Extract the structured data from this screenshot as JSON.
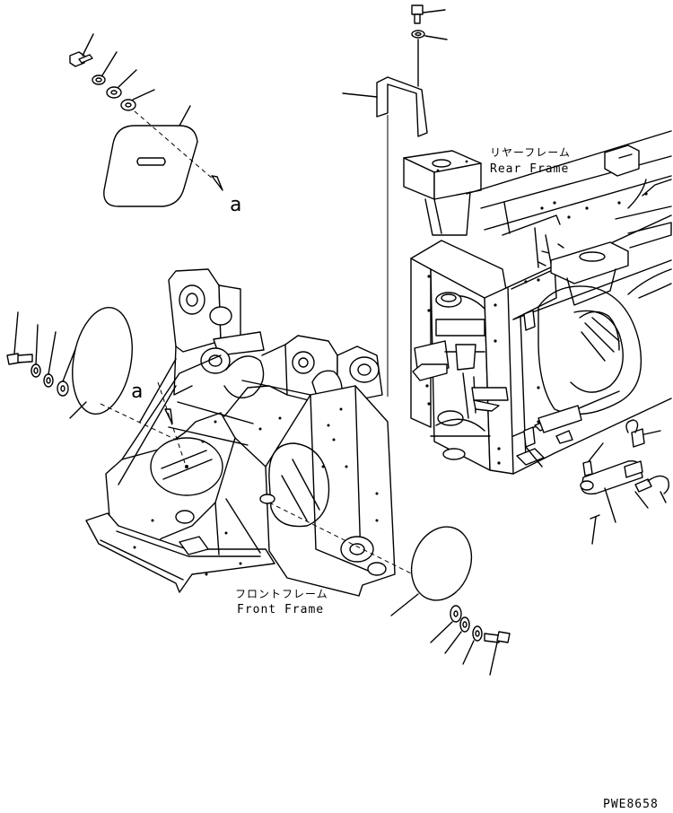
{
  "diagram": {
    "reference_marks": {
      "cover_arrow": "a",
      "frame_arrow": "a"
    },
    "rear_frame": {
      "label_jp": "リヤーフレーム",
      "label_en": "Rear Frame"
    },
    "front_frame": {
      "label_jp": "フロントフレーム",
      "label_en": "Front Frame"
    },
    "drawing_code": "PWE8658"
  }
}
